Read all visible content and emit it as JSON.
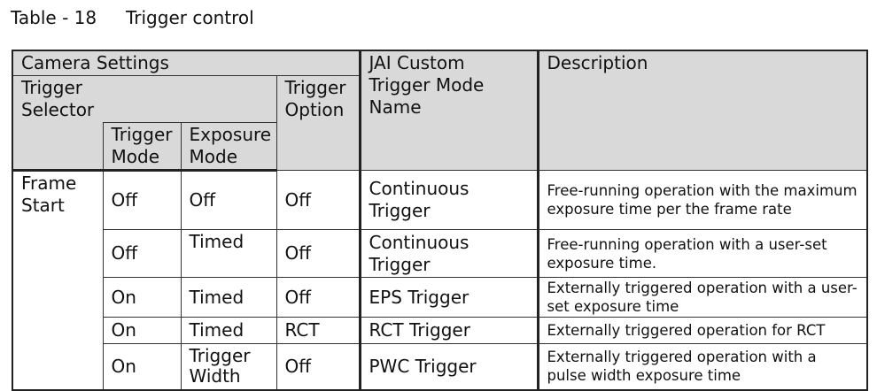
{
  "caption": {
    "number": "Table - 18",
    "title": "Trigger control"
  },
  "header": {
    "camera_settings": "Camera Settings",
    "trigger_selector": "Trigger Selector",
    "trigger_mode": "Trigger Mode",
    "exposure_mode": "Exposure Mode",
    "trigger_option": "Trigger Option",
    "jai_custom": "JAI Custom Trigger Mode Name",
    "description": "Description"
  },
  "rows": [
    {
      "selector": "Frame Start",
      "trigger_mode": "Off",
      "exposure_mode": "Off",
      "trigger_option": "Off",
      "jai_name": "Continuous Trigger",
      "description": "Free-running operation with the maximum exposure time per the frame rate"
    },
    {
      "trigger_mode": "Off",
      "exposure_mode": "Timed",
      "trigger_option": "Off",
      "jai_name": "Continuous Trigger",
      "description": "Free-running operation with a user-set exposure time."
    },
    {
      "trigger_mode": "On",
      "exposure_mode": "Timed",
      "trigger_option": "Off",
      "jai_name": "EPS Trigger",
      "description": "Externally triggered operation with a user-set exposure time"
    },
    {
      "trigger_mode": "On",
      "exposure_mode": "Timed",
      "trigger_option": "RCT",
      "jai_name": "RCT Trigger",
      "description": "Externally triggered operation for RCT"
    },
    {
      "trigger_mode": "On",
      "exposure_mode": "Trigger Width",
      "trigger_option": "Off",
      "jai_name": "PWC Trigger",
      "description": "Externally triggered operation with a pulse width exposure time"
    }
  ]
}
